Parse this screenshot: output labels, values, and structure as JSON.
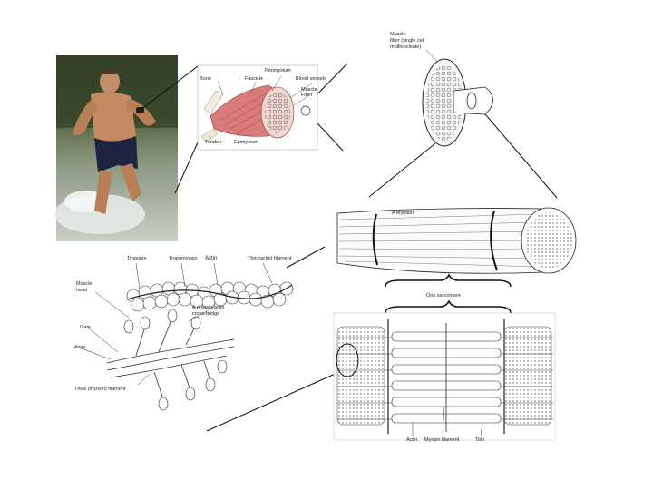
{
  "muscle_panel": {
    "bone": "Bone",
    "perimysium": "Perimysium",
    "fascicle": "Fascicle",
    "blood_vessels": "Blood vessels",
    "muscle_fiber_line1": "Muscle",
    "muscle_fiber_line2": "Fiber",
    "tendon": "Tendon",
    "epimysium": "Epimysium"
  },
  "fiber_panel": {
    "line1": "Muscle",
    "line2": "fiber (single cell",
    "line3": "multinucleate)"
  },
  "myofibril_panel": {
    "myofibril": "A Myofibril",
    "sarcomere": "One sarcomere"
  },
  "filament_panel": {
    "troponin": "Troponin",
    "tropomyosin": "Tropomyosin",
    "actin": "Actin",
    "thin_filament": "Thin (actin) filament",
    "muscle_line1": "Muscle",
    "muscle_line2": "head",
    "cross_bridge_line1": "A myosin/actin",
    "cross_bridge_line2": "cross-bridge",
    "gate": "Gate",
    "hinge": "Hinge",
    "thick_filament": "Thick (myosin) filament"
  },
  "sarcomere_panel": {
    "actin": "Actin",
    "myosin_filament": "Myosin filament",
    "titin": "Titin"
  }
}
